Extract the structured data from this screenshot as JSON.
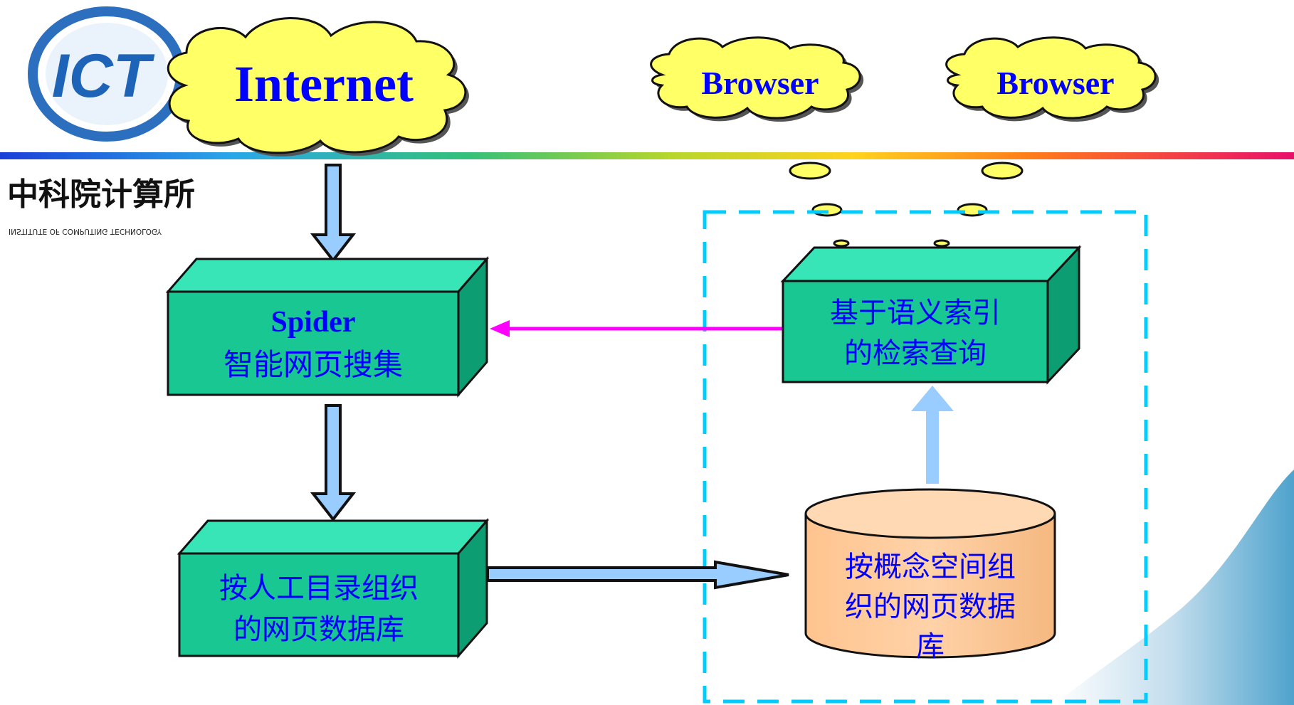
{
  "logo": {
    "mark_text": "ICT",
    "chinese_name": "中科院计算所",
    "english_name": "INSTITUTE OF COMPUTING TECHNOLOGY"
  },
  "clouds": {
    "internet": "Internet",
    "browser_1": "Browser",
    "browser_2": "Browser"
  },
  "boxes": {
    "spider": {
      "title": "Spider",
      "subtitle": "智能网页搜集"
    },
    "manual_db": {
      "line1": "按人工目录组织",
      "line2": "的网页数据库"
    },
    "semantic_query": {
      "line1": "基于语义索引",
      "line2": "的检索查询"
    }
  },
  "cylinder": {
    "line1": "按概念空间组",
    "line2": "织的网页数据",
    "line3": "库"
  },
  "colors": {
    "box_face": "#18c792",
    "box_top": "#37e5b6",
    "box_side": "#0d9d72",
    "cloud_fill": "#ffff66",
    "arrow_blue": "#99ccff",
    "arrow_magenta": "#ff00ff",
    "dashed_border": "#00ccff",
    "cylinder_fill": "#ffcc99",
    "text_blue": "#0000ff"
  }
}
